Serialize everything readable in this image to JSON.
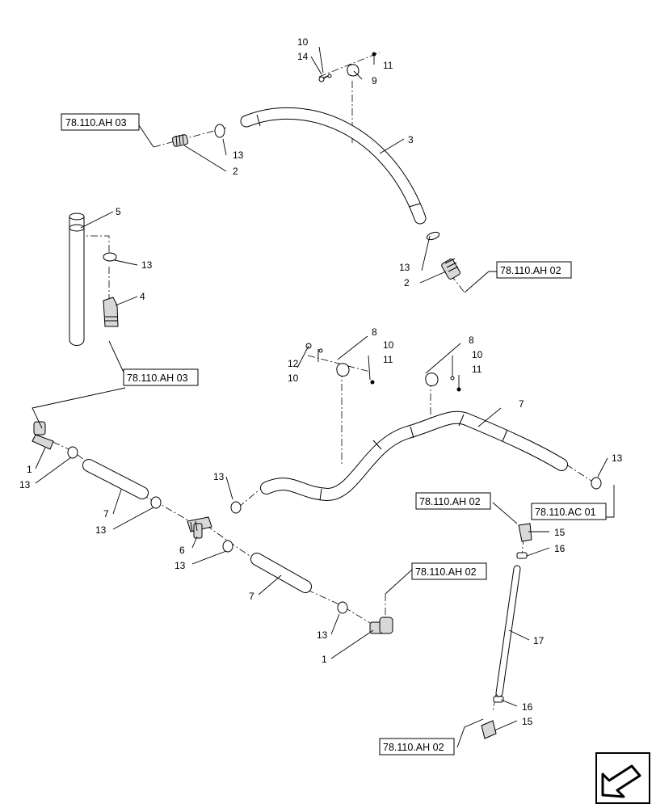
{
  "references": {
    "r1": "78.110.AH 03",
    "r2": "78.110.AH 02",
    "r3": "78.110.AH 03",
    "r4": "78.110.AH 02",
    "r5": "78.110.AC 01",
    "r6": "78.110.AH 02",
    "r7": "78.110.AH 02"
  },
  "callouts": {
    "c10a": "10",
    "c14": "14",
    "c11a": "11",
    "c9": "9",
    "c13a": "13",
    "c2a": "2",
    "c3": "3",
    "c5": "5",
    "c13b": "13",
    "c4": "4",
    "c13c": "13",
    "c2b": "2",
    "c8a": "8",
    "c10b": "10",
    "c12": "12",
    "c10c": "10",
    "c11b": "11",
    "c8b": "8",
    "c10d": "10",
    "c11c": "11",
    "c7a": "7",
    "c13d": "13",
    "c1a": "1",
    "c13e": "13",
    "c7b": "7",
    "c13f": "13",
    "c13g": "13",
    "c6": "6",
    "c13h": "13",
    "c7c": "7",
    "c13i": "13",
    "c1b": "1",
    "c15a": "15",
    "c16a": "16",
    "c17": "17",
    "c16b": "16",
    "c15b": "15"
  },
  "icons": {
    "nav": "navigation-arrow-icon"
  }
}
